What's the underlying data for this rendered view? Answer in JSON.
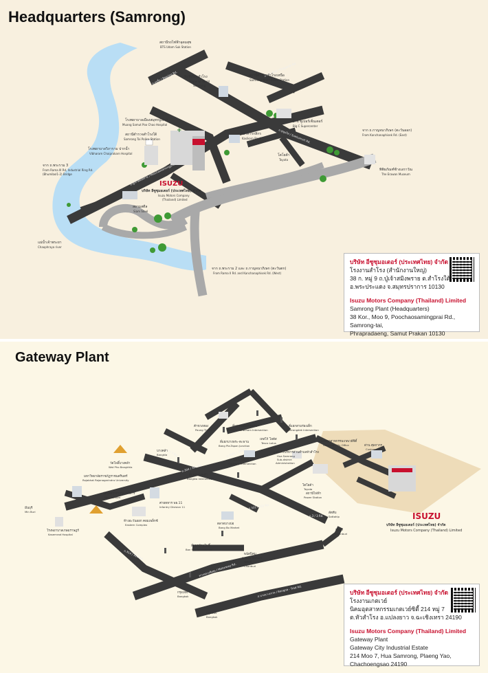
{
  "hq": {
    "title": "Headquarters (Samrong)",
    "labels": {
      "bts_th": "สถานีรถไฟฟ้าอุดมสุข",
      "bts_en": "BTS Udom Suk Station",
      "bearing_th": "ถ.แบริ่ง / Bearing Rd.",
      "imperial_th": "อิมพีเรียลสำโรง",
      "imperial_en1": "Imperial World",
      "imperial_en2": "Samrong",
      "police_th": "สถานีตำรวจสำโรงเหนือ",
      "police_en": "Samrong Nuea Police Station",
      "sukhumvit_rd": "ถ.สุขุมวิท / Sukhumvit Rd.",
      "theparak_rd": "ถ.เทพารักษ์ / Theparak Rd.",
      "bigc_th": "บิ๊กซี ซูเปอร์เซ็นเตอร์",
      "bigc_en": "Big C Supercenter",
      "hospital_th": "โรงพยาบาลเมืองสมุทรปู่เจ้าฯ",
      "hospital_en": "Muang Samut Poo Chao Hospital",
      "taipolice_th": "สถานีตำรวจสำโรงใต้",
      "taipolice_en": "Samrong Tai Police Station",
      "vibharam_th": "โรงพยาบาลวิภาราม ปากน้ำ",
      "vibharam_en": "Vibharam Chaiprakarn Hospital",
      "poochao_rd": "ถ.ปู่เจ้าสมิงพราย / Poochaosamingprai Rd.",
      "kasikorn_th": "ธนาคารกสิกร",
      "kasikorn_en": "Kasikorn Bank",
      "toyota_th": "โตโยต้า",
      "toyota_en": "Toyota",
      "kanchana_east_th": "จาก ถ.กาญจนาภิเษก (ตะวันออก)",
      "kanchana_east_en": "From Kanchanaphisek Rd. (East)",
      "erawan_th": "พิพิธภัณฑ์ช้างเอราวัณ",
      "erawan_en": "The Erawan Museum",
      "rama3_th": "จาก ถ.พระราม 3",
      "rama3_en1": "From Rama III Rd, Industrial Ring Rd.",
      "rama3_en2": "(Bhumibol1-2) Bridge",
      "isuzu_logo": "ISUZU",
      "isuzu_th": "บริษัท อีซูซุมอเตอร์ (ประเทศไทย) จำกัด",
      "isuzu_en1": "Isuzu Motors Company",
      "isuzu_en2": "(Thailand) Limited",
      "siamsteel_th": "สยามสตีล",
      "siamsteel_en": "Siam Steel",
      "river_th": "แม่น้ำเจ้าพระยา",
      "river_en": "Chaophraya river",
      "rama2_th": "จาก ถ.พระราม 2 และ ถ.กาญจนาภิเษก (ตะวันตก)",
      "rama2_en": "From Rama II Rd. and Kanchanaphisek Rd. (West)"
    },
    "address": {
      "company_th": "บริษัท อีซูซุมอเตอร์ (ประเทศไทย) จำกัด",
      "plant_th": "โรงงานสำโรง (สำนักงานใหญ่)",
      "addr_th1": "38 ก. หมู่ 9 ถ.ปู่เจ้าสมิงพราย ต.สำโรงใต้",
      "addr_th2": "อ.พระประแดง จ.สมุทรปราการ 10130",
      "company_en": "Isuzu Motors Company (Thailand) Limited",
      "plant_en": "Samrong Plant (Headquarters)",
      "addr_en1": "38 Kor., Moo 9, Poochaosamingprai Rd., Samrong-tai,",
      "addr_en2": "Phrapradaeng, Samut Prakan 10130"
    }
  },
  "gw": {
    "title": "Gateway Plant",
    "labels": {
      "paungthong_th": "ค้าขวงทอง",
      "paungthong_en": "Paung Thong",
      "phanomsarakham_th": "สี่แยกพนมสารคาม",
      "phanomsarakham_en": "Phanom Sarakham Intersection",
      "samrongdek_th": "สี่แยกสามร่องเด็ก",
      "samrongdek_en": "Samrongdek Intersection",
      "tesco_th": "เทสโก้ โลตัส",
      "tesco_en": "Tesco Lotus",
      "bangphatapan_th": "สี่แยกบางพระ-ตะพาน",
      "bangphatapan_en": "Bang Pla-Tapan Junction",
      "gateway_int_th": "แยกเกตเวย์",
      "gateway_int_en": "Gateway Intersection",
      "gatewaycity_th": "นิคมอุตสาหกรรมเกตเวย์ซิตี้",
      "gatewaycity_en": "Gateway City Office",
      "customs_th": "ด่าน ศุลกากร",
      "customs_en": "Customs",
      "huasamrong_th": "องค์การบริหารส่วนตำบลหัวสำโรง",
      "huasamrong_en1": "Hua Samrong",
      "huasamrong_en2": "Sub-district",
      "huasamrong_en3": "Administration",
      "toyota_th": "โตโยต้า",
      "toyota_en": "Toyota",
      "power_th": "สถานีไฟฟ้า",
      "power_en": "Power Station",
      "bangkla_th": "บางคล้า",
      "bangkla_en": "Bangkla",
      "watphonbangkhla_th": "วัดโพธิ์บางคล้า",
      "watphonbangkhla_en": "Wat Pho Bangkhla",
      "rajabhat_th": "มหาวิทยาลัยราชภัฏราชนครินทร์",
      "rajabhat_en": "Rajabhat Rajanagarindra University",
      "bangkla_int_th": "สี่แยกบางคล้า",
      "bangkla_int_en": "Bangkla Intersection",
      "watsothorn_th": "วัดโสธรวรารามวรวิหาร",
      "watsothorn_en": "Wat Sothorn",
      "infantry_th": "ค่ายทหาร พธ.11",
      "infantry_en": "Infantry Division 11",
      "minburi_th": "มีนบุรี",
      "minburi_en": "Min Buri",
      "eastern_th": "ห้างอะวันออก คอมเพล็กซ์",
      "eastern_en": "Eastern Complex",
      "kasemrad_th": "โรงพยาบาลเกษมราษฎร์",
      "kasemrad_en": "Kasemrad Hospital",
      "bangbo_th": "ตลาดบางบ่อ",
      "bangbo_en": "Bang Bo Market",
      "banpho_th": "สี่แยกบ้านโพธิ์",
      "banpho_en": "Ban Pho Intersection",
      "sattahip_th": "สัตหีบ",
      "sattahip_en": "Sattahip",
      "chonburi_th": "ชลบุรี",
      "chonburi_en": "Chonburi",
      "phanomnikhom_th": "พนัสนิคม",
      "phanomnikhom_en": "Phanat Nikhom",
      "chonburi2_th": "ชลบุรี",
      "chonburi2_en": "Chonburi",
      "bangkok1_th": "กรุงเทพ",
      "bangkok1_en": "Bangkok",
      "bangkok2_th": "กรุงเทพ",
      "bangkok2_en": "Bangkok",
      "motorway": "ทางหลวงพิเศษ / Motorway Rd.",
      "bangna_trad": "ถ.บางนา-ตราด / Bangna - Trad Rd.",
      "rd304": "ถ.304 / 304 Rd.",
      "rd3": "ถ.3 / 3 Rd.",
      "rd314": "ถ.314 / 314 Rd.",
      "rd331": "ถ.331 / 331 Rd.",
      "rd3001": "ถ.3001 / 3001 Rd.",
      "rd7": "ถ.7 / 7 Rd.",
      "isuzu_logo": "ISUZU",
      "isuzu_th": "บริษัท อีซูซุมอเตอร์ (ประเทศไทย) จำกัด",
      "isuzu_en": "Isuzu Motors Company (Thailand) Limited"
    },
    "address": {
      "company_th": "บริษัท อีซูซุมอเตอร์ (ประเทศไทย) จำกัด",
      "plant_th": "โรงงานเกตเวย์",
      "addr_th1": "นิคมอุตสาหกรรมเกตเวย์ซิตี้ 214 หมู่ 7",
      "addr_th2": "ต.หัวสำโรง อ.แปลงยาว จ.ฉะเชิงเทรา 24190",
      "company_en": "Isuzu Motors Company (Thailand) Limited",
      "plant_en1": "Gateway Plant",
      "plant_en2": "Gateway City Industrial Estate",
      "addr_en1": "214 Moo 7, Hua Samrong, Plaeng Yao,",
      "addr_en2": "Chachoengsao 24190"
    }
  },
  "colors": {
    "road": "#3a3a3a",
    "expressway": "#a9a9a9",
    "river": "#b9def5",
    "brand": "#c8102e",
    "tree": "#3f9a35"
  }
}
